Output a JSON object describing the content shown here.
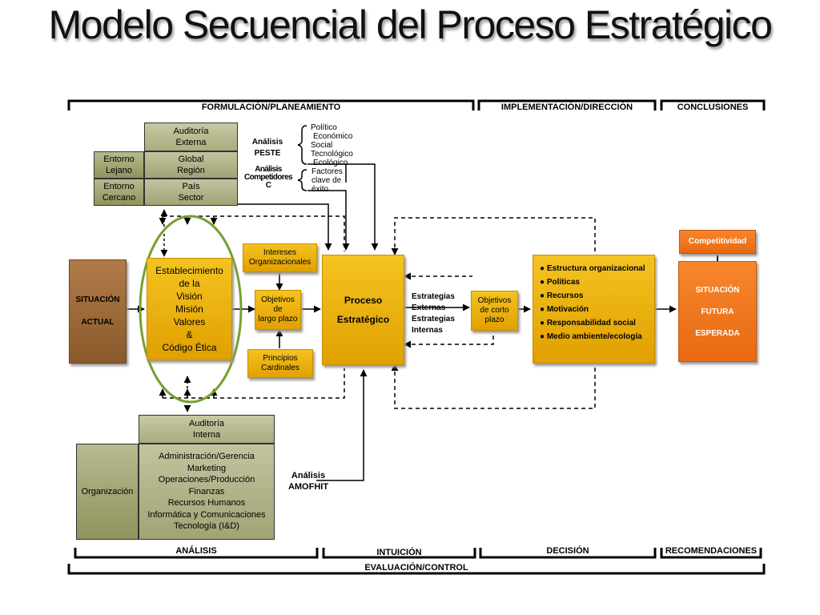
{
  "title": "Modelo Secuencial del Proceso Estratégico",
  "phases_top": {
    "formulacion": "FORMULACIÓN/PLANEAMIENTO",
    "implementacion": "IMPLEMENTACIÓN/DIRECCIÓN",
    "conclusiones": "CONCLUSIONES"
  },
  "phases_bottom": {
    "analisis": "ANÁLISIS",
    "intuicion": "INTUICIÓN",
    "decision": "DECISIÓN",
    "recomendaciones": "RECOMENDACIONES",
    "evaluacion": "EVALUACIÓN/CONTROL"
  },
  "external_audit": {
    "header": [
      "Auditoría",
      "Externa"
    ],
    "entorno_lejano": [
      "Entorno",
      "Lejano"
    ],
    "global_region": [
      "Global",
      "Región"
    ],
    "entorno_cercano": [
      "Entorno",
      "Cercano"
    ],
    "pais_sector": [
      "País",
      "Sector"
    ]
  },
  "peste": {
    "label": [
      "Análisis",
      "PESTE"
    ],
    "items": [
      "Político",
      "Económico",
      "Social",
      "Tecnológico",
      "Ecológico"
    ]
  },
  "competidores": {
    "label": [
      "Análisis",
      "Competidores",
      "C"
    ],
    "items": [
      "Factores",
      "clave de",
      "éxito"
    ]
  },
  "establecimiento": [
    "Establecimiento",
    "de la",
    "Visión",
    "Misión",
    "Valores",
    "&",
    "Código Ética"
  ],
  "situacion_actual": [
    "SITUACIÓN",
    "ACTUAL"
  ],
  "intereses": [
    "Intereses",
    "Organizacionales"
  ],
  "objetivos_largo": [
    "Objetivos",
    "de",
    "largo plazo"
  ],
  "principios": [
    "Principios",
    "Cardinales"
  ],
  "proceso": [
    "Proceso",
    "Estratégico"
  ],
  "estrategias": [
    "Estrategias",
    "Externas",
    "Estrategias",
    "Internas"
  ],
  "objetivos_corto": [
    "Objetivos",
    "de corto",
    "plazo"
  ],
  "implementacion_items": [
    "● Estructura organizacional",
    "● Políticas",
    "● Recursos",
    "● Motivación",
    "● Responsabilidad social",
    "● Medio ambiente/ecología"
  ],
  "competitividad": "Competitividad",
  "situacion_futura": [
    "SITUACIÓN",
    "FUTURA",
    "ESPERADA"
  ],
  "internal_audit": {
    "header": [
      "Auditoría",
      "Interna"
    ],
    "organizacion": "Organización",
    "items": [
      "Administración/Gerencia",
      "Marketing",
      "Operaciones/Producción",
      "Finanzas",
      "Recursos Humanos",
      "Informática y Comunicaciones",
      "Tecnología (I&D)"
    ]
  },
  "amofhit": [
    "Análisis",
    "AMOFHIT"
  ]
}
